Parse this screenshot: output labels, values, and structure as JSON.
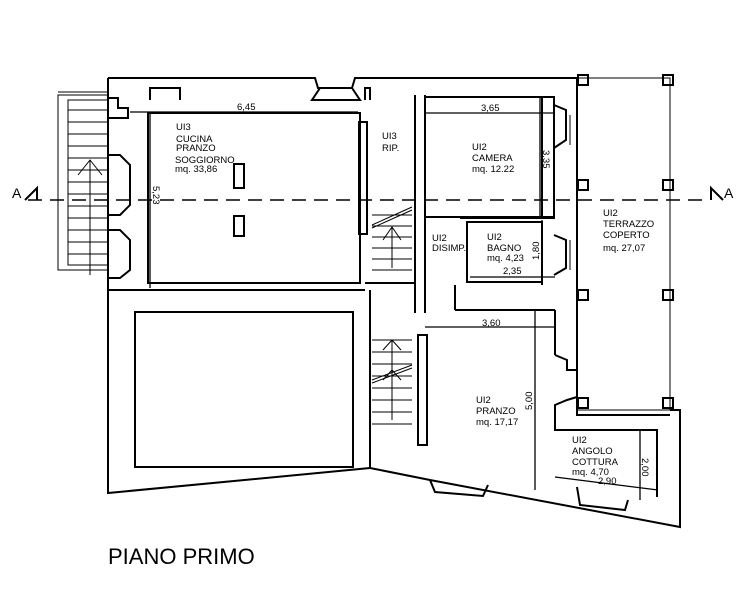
{
  "title": "PIANO PRIMO",
  "section_marks": {
    "left": "A",
    "right": "A"
  },
  "rooms": [
    {
      "unit": "UI3",
      "name1": "CUCINA",
      "name2": "PRANZO",
      "name3": "SOGGIORNO",
      "area": "mq. 33,86"
    },
    {
      "unit": "UI3",
      "name1": "RIP."
    },
    {
      "unit": "UI2",
      "name1": "CAMERA",
      "area": "mq. 12.22"
    },
    {
      "unit": "UI2",
      "name1": "DISIMP."
    },
    {
      "unit": "UI2",
      "name1": "BAGNO",
      "area": "mq. 4,23"
    },
    {
      "unit": "UI2",
      "name1": "TERRAZZO",
      "name2": "COPERTO",
      "area": "mq. 27,07"
    },
    {
      "unit": "UI2",
      "name1": "PRANZO",
      "area": "mq. 17,17"
    },
    {
      "unit": "UI2",
      "name1": "ANGOLO",
      "name2": "COTTURA",
      "area": "mq. 4,70"
    }
  ],
  "dimensions": {
    "soggiorno_width": "6,45",
    "soggiorno_depth": "5,23",
    "camera_width": "3,65",
    "camera_depth": "3,35",
    "bagno_width": "2,35",
    "bagno_depth": "1,80",
    "pranzo_width": "3,60",
    "pranzo_depth": "5,00",
    "cottura_width": "2,90",
    "cottura_depth": "2,00"
  }
}
